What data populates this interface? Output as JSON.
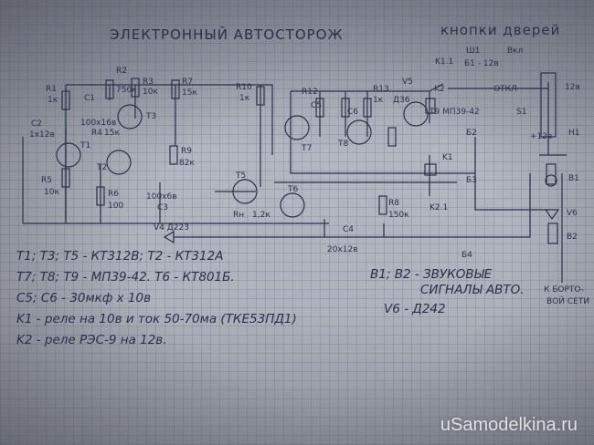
{
  "title": "ЭЛЕКТРОННЫЙ    АВТОСТОРОЖ",
  "door_buttons": "кнопки дверей",
  "components": {
    "r1": "R1",
    "r1v": "1к",
    "r2": "R2",
    "r2v": "750к",
    "r3": "R3",
    "r3v": "10к",
    "r7": "R7",
    "r7v": "15к",
    "r10": "R10",
    "r10v": "1к",
    "c1": "C1",
    "c1v": "100х16в",
    "c2": "C2",
    "c2v": "1х12в",
    "r4": "R4",
    "r4v": "15к",
    "t1": "T1",
    "t2": "T2",
    "t3": "T3",
    "r5": "R5",
    "r5v": "10к",
    "r6": "R6",
    "r6v": "100",
    "r9": "R9",
    "r9v": "82к",
    "c3": "C3",
    "c3v": "100х6в",
    "t5": "T5",
    "t6": "T6",
    "rn": "Rн",
    "rnv": "1,2к",
    "v4": "V4 Д223",
    "c4": "C4",
    "c4v": "20х12в",
    "r8": "R8",
    "r8v": "150к",
    "k11": "K1.1",
    "sh1": "Ш1",
    "b1_12": "Б1 - 12в",
    "on": "Вкл",
    "off": "ОТКЛ",
    "s1": "S1",
    "h1": "H1",
    "v12": "12в",
    "r12": "R12",
    "r13": "R13",
    "r13v": "1к",
    "v5": "V5",
    "v5v": "Д36",
    "k2": "K2",
    "c5": "C5",
    "c6": "C6",
    "t7": "T7",
    "t8": "T8",
    "t9": "T9 МП39-42",
    "b2": "Б2",
    "b3": "Б3",
    "b4": "Б4",
    "k1": "K1",
    "k21": "K2.1",
    "bz1": "B1",
    "v6": "V6",
    "bz2": "B2",
    "plus12": "+12в",
    "to_net1": "К БОРТО-",
    "to_net2": "ВОЙ СЕТИ"
  },
  "notes": [
    "T1; T3; T5 - КТ312В;  T2 - КТ312А",
    "T7; T8; T9 - МП39-42.  T6 - КТ801Б.",
    "C5; C6 - 30мкф х 10в",
    "K1 - реле  на 10в и ток 50-70ма   (ТКЕ53ПД1)",
    "K2 - реле РЭС-9 на 12в."
  ],
  "notes_right": [
    "B1; B2 - ЗВУКОВЫЕ",
    "СИГНАЛЫ АВТО.",
    "V6 - Д242"
  ],
  "watermark": "uSamodelkina.ru"
}
